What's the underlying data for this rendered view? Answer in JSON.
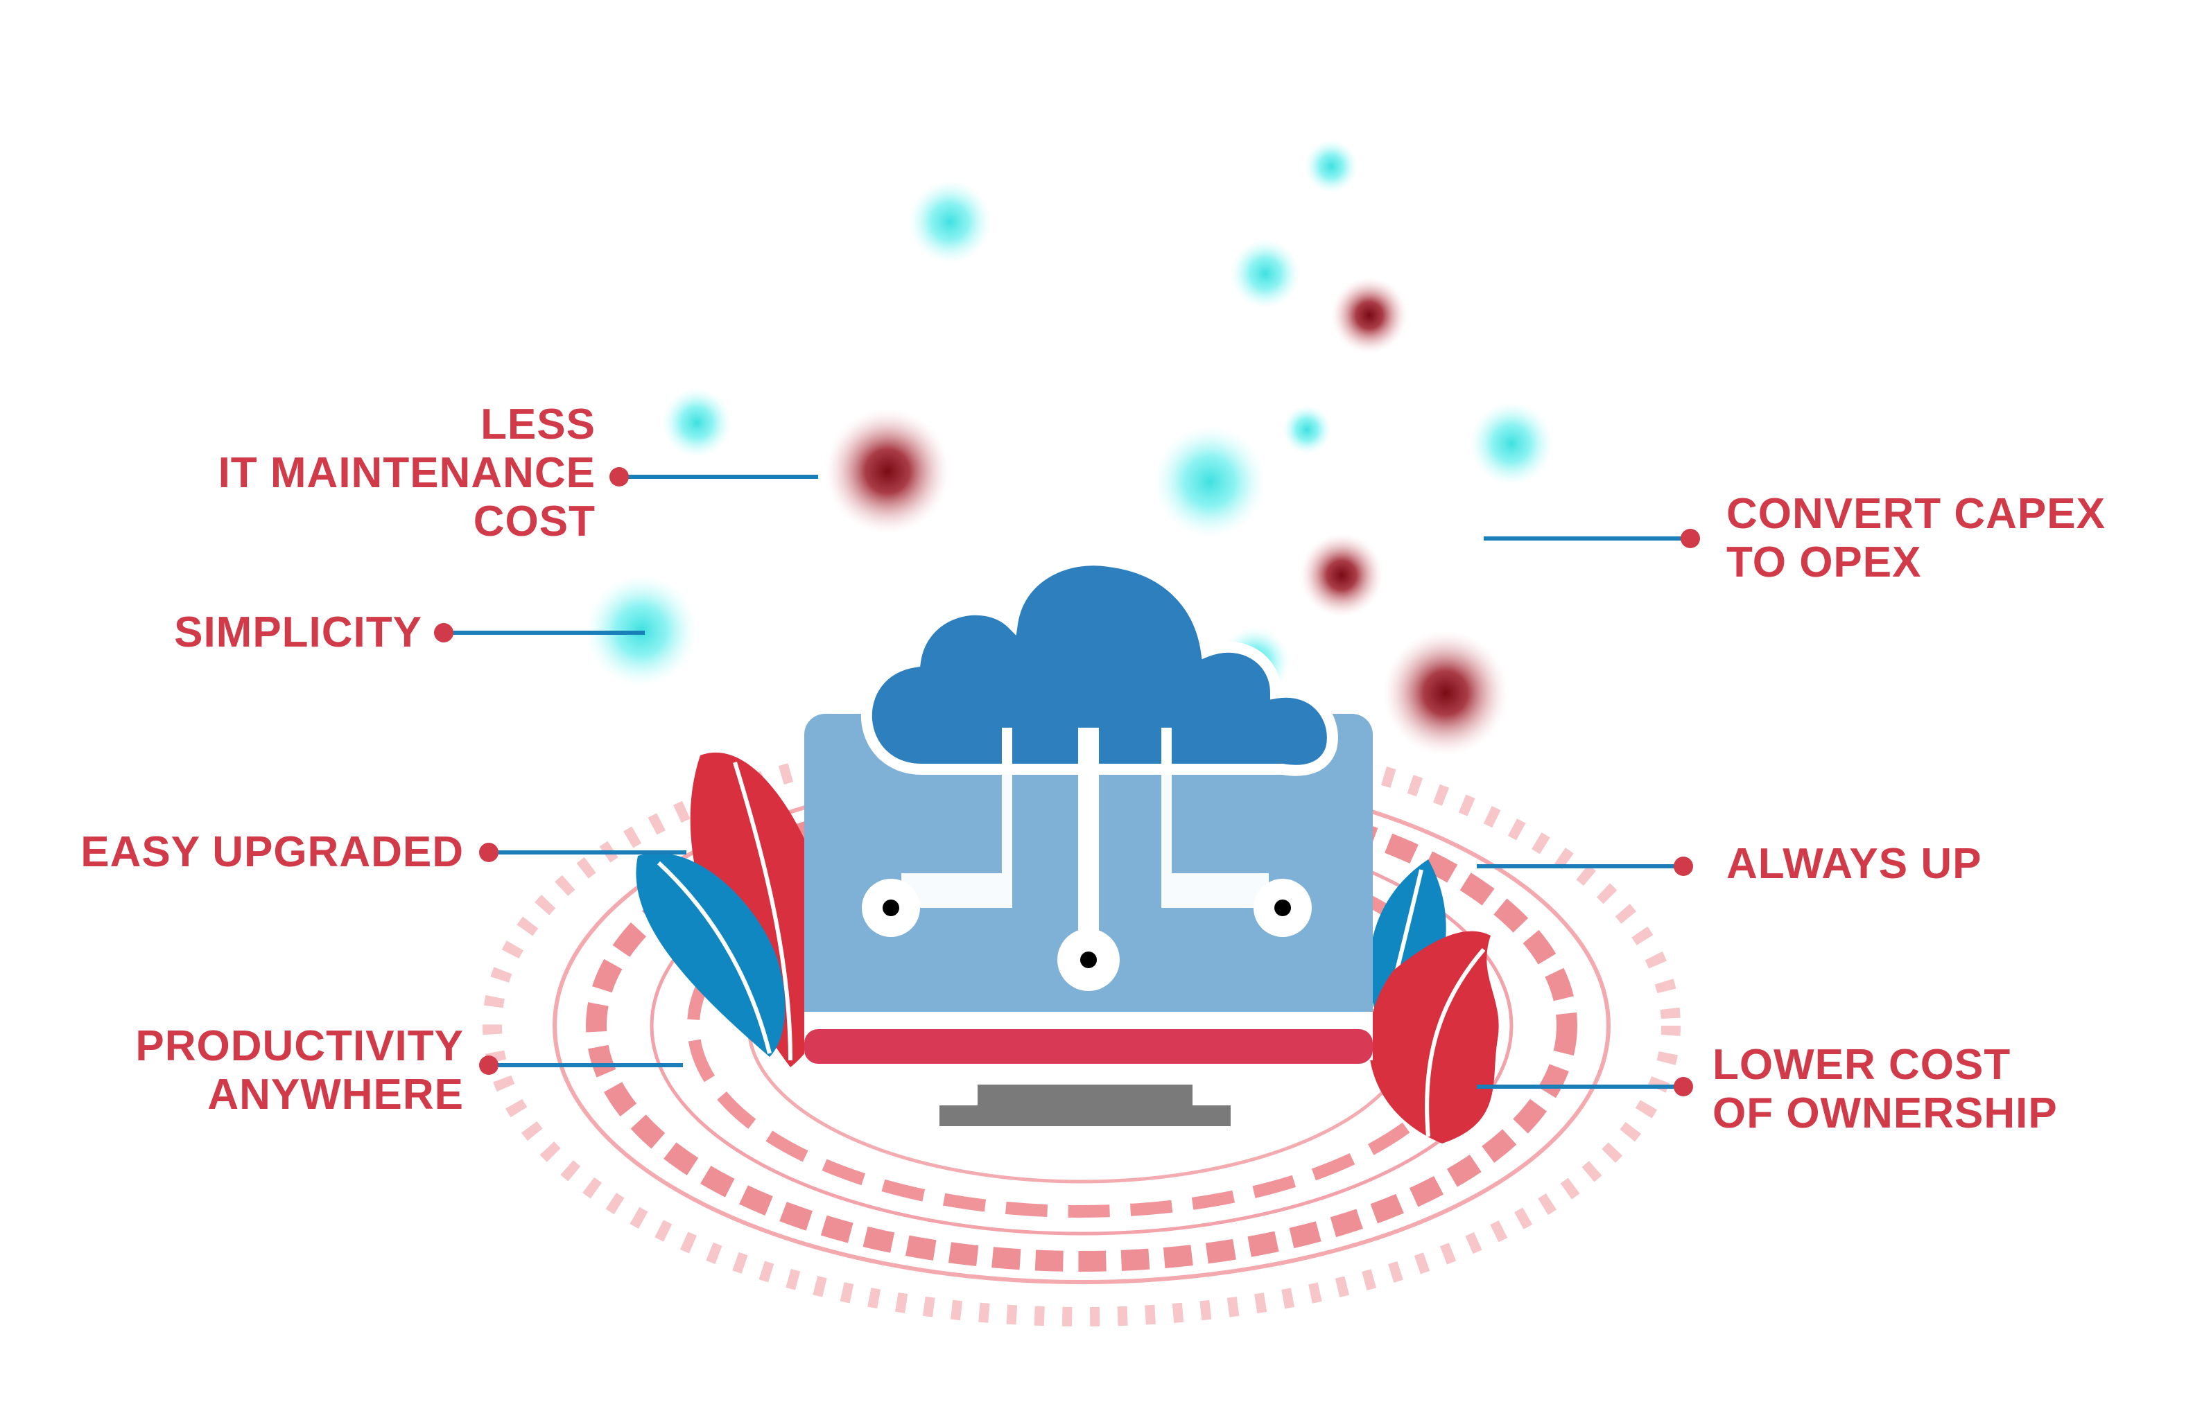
{
  "colors": {
    "label_red": "#d03a49",
    "connector_blue": "#1a7fb8",
    "cloud_blue": "#2d7fbd",
    "monitor_light_blue": "#7fb0d6",
    "monitor_red_bar": "#d83a55",
    "stand_gray": "#7a7a7a",
    "leaf_red": "#d8303e",
    "leaf_blue": "#1187c2",
    "glow_cyan": "#3fe0e0",
    "glow_dark_red": "#8a0f1a",
    "ring_pink": "#f3a9ad"
  },
  "icons": [
    "cloud-icon",
    "monitor-icon",
    "leaf-icon"
  ],
  "labels": {
    "less_it_maintenance_cost": [
      "LESS",
      "IT MAINTENANCE",
      "COST"
    ],
    "simplicity": [
      "SIMPLICITY"
    ],
    "easy_upgraded": [
      "EASY UPGRADED"
    ],
    "productivity_anywhere": [
      "PRODUCTIVITY",
      "ANYWHERE"
    ],
    "convert_capex_to_opex": [
      "CONVERT CAPEX",
      "TO OPEX"
    ],
    "always_up": [
      "ALWAYS UP"
    ],
    "lower_cost_of_ownership": [
      "LOWER COST",
      "OF OWNERSHIP"
    ]
  }
}
